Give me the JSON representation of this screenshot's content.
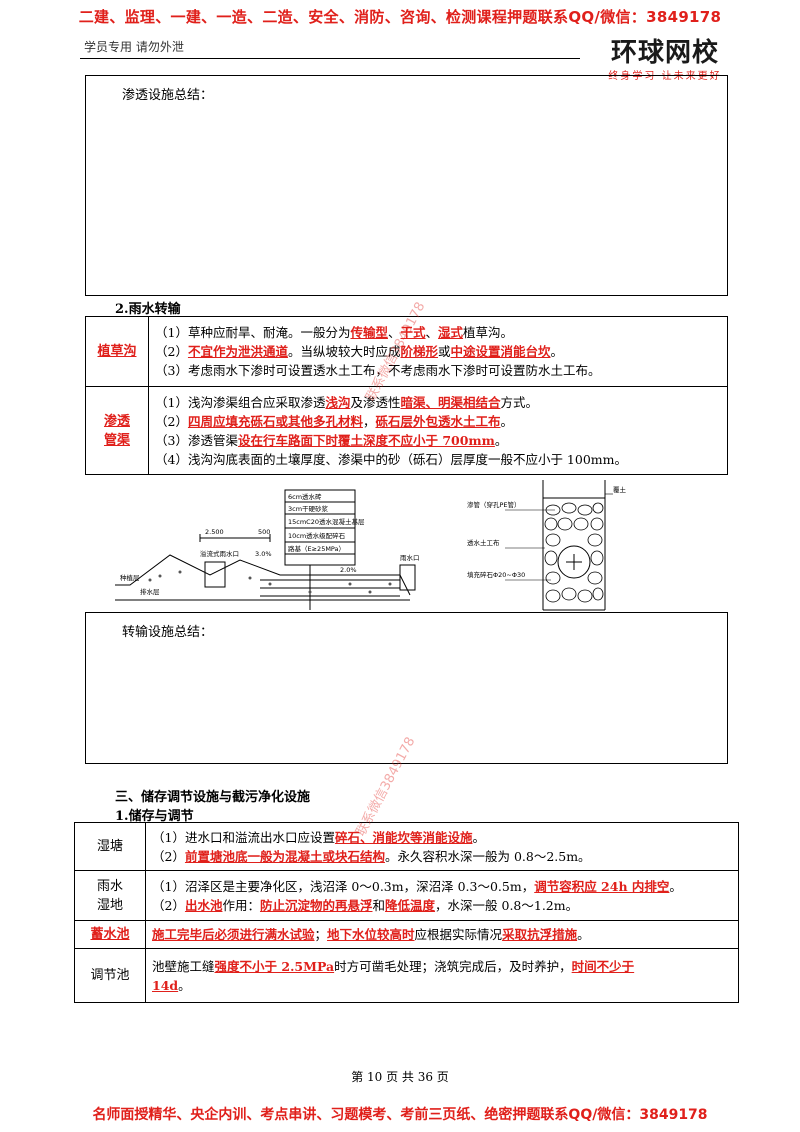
{
  "banner_top": "二建、监理、一建、一造、二造、安全、消防、咨询、检测课程押题联系QQ/微信：3849178",
  "header": {
    "left": "学员专用 请勿外泄",
    "logo": "环球网校",
    "slogan": "终身学习 让未来更好"
  },
  "box1_label": "渗透设施总结：",
  "sec2_title": "2.雨水转输",
  "table1": {
    "row1": {
      "label": "植草沟",
      "l1a": "（1）草种应耐旱、耐淹。一般分为",
      "l1b": "传输型",
      "l1c": "、",
      "l1d": "干式",
      "l1e": "、",
      "l1f": "湿式",
      "l1g": "植草沟。",
      "l2a": "（2）",
      "l2b": "不宜作为泄洪通道",
      "l2c": "。当纵坡较大时应成",
      "l2d": "阶梯形",
      "l2e": "或",
      "l2f": "中途设置消能台坎",
      "l2g": "。",
      "l3": "（3）考虑雨水下渗时可设置透水土工布，不考虑雨水下渗时可设置防水土工布。"
    },
    "row2": {
      "label1": "渗透",
      "label2": "管渠",
      "l1a": "（1）浅沟渗渠组合应采取渗透",
      "l1b": "浅沟",
      "l1c": "及渗透性",
      "l1d": "暗渠、明渠相结合",
      "l1e": "方式。",
      "l2a": "（2）",
      "l2b": "四周应填充砾石或其他多孔材料",
      "l2c": "，",
      "l2d": "砾石层外包透水土工布",
      "l2e": "。",
      "l3a": "（3）渗透管渠",
      "l3b": "设在行车路面下时覆土深度不应小于 700mm",
      "l3c": "。",
      "l4": "（4）浅沟沟底表面的土壤厚度、渗渠中的砂（砾石）层厚度一般不应小于 100mm。"
    }
  },
  "figure_left": {
    "labels": [
      "6cm透水砖",
      "3cm干硬砂浆",
      "15cmC20透水混凝土基层",
      "10cm透水级配碎石",
      "路基（E≥25MPa）",
      "2.0%",
      "2.500",
      "500",
      "溢流式雨水口",
      "3.0%",
      "雨水口",
      "种植层",
      "排水层"
    ]
  },
  "figure_right": {
    "labels": [
      "渗管（穿孔PE管）",
      "覆土",
      "透水土工布",
      "填充碎石Φ20~Φ30"
    ]
  },
  "box2_label": "转输设施总结：",
  "sec3_title": "三、储存调节设施与截污净化设施",
  "sec3_sub": "1.储存与调节",
  "table2": {
    "row1": {
      "label": "湿塘",
      "l1a": "（1）进水口和溢流出水口应设置",
      "l1b": "碎石、消能坎等消能设施",
      "l1c": "。",
      "l2a": "（2）",
      "l2b": "前置塘池底一般为混凝土或块石结构",
      "l2c": "。永久容积水深一般为 0.8～2.5m。"
    },
    "row2": {
      "label1": "雨水",
      "label2": "湿地",
      "l1a": "（1）沼泽区是主要净化区，浅沼泽 0～0.3m，深沼泽 0.3～0.5m，",
      "l1b": "调节容积应 24h 内排空",
      "l1c": "。",
      "l2a": "（2）",
      "l2b": "出水池",
      "l2c": "作用：",
      "l2d": "防止沉淀物的再悬浮",
      "l2e": "和",
      "l2f": "降低温度",
      "l2g": "，水深一般 0.8～1.2m。"
    },
    "row3": {
      "label": "蓄水池",
      "l1a": "施工完毕后必须进行满水试验",
      "l1b": "；",
      "l1c": "地下水位较高时",
      "l1d": "应根据实际情况",
      "l1e": "采取抗浮措施",
      "l1f": "。"
    },
    "row4": {
      "label": "调节池",
      "l1a": "池壁施工缝",
      "l1b": "强度不小于 2.5MPa",
      "l1c": "时方可凿毛处理；浇筑完成后，及时养护，",
      "l1d": "时间不少于",
      "l2": "14d",
      "l2b": "。"
    }
  },
  "page_number": "第 10 页 共 36 页",
  "banner_bottom": "名师面授精华、央企内训、考点串讲、习题模考、考前三页纸、绝密押题联系QQ/微信：3849178",
  "watermark": "联系微信3849178",
  "colors": {
    "accent": "#e0201b"
  }
}
